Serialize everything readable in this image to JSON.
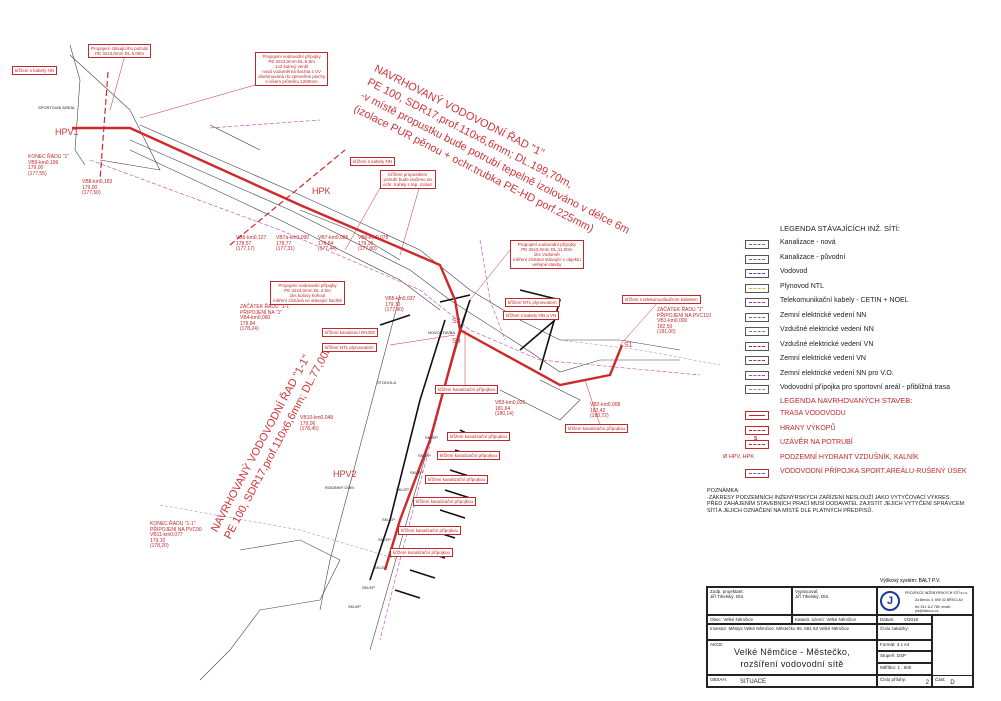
{
  "main_route": {
    "title": "NAVRHOVANÝ VODOVODNÍ ŘAD \"1\"",
    "line1": "PE 100, SDR17,prof.110x6,6mm; DL.199,70m,",
    "line2": "-v místě propustku bude potrubí tepelně izolováno v délce 6m",
    "line3": "(izolace PUR pěnou + ochr.trubka PE-HD porf.225mm)"
  },
  "branch_route": {
    "title": "NAVRHOVANÝ VODOVODNÍ ŘAD \"1-1\"",
    "line1": "PE 100, SDR17,prof.110x6,6mm; DL.77,00m"
  },
  "hydrants": {
    "hpv1": "HPV1",
    "hpk": "HPK",
    "hpv2": "HPV2",
    "s1": "S1",
    "s2": "S2",
    "s3": "S3"
  },
  "callouts": [
    "křížení s kabely NN",
    "Propojení stávajícího potrubí\nPE 32x3,0mm DL.5,00m",
    "Propojení vodovodní přípojky\nPE 32x3,0mm DL.5,5m\n1x2 kulový ventil\nnová vodoměrná šachta s VV\nobetonovaná do zpevněné plochy\ns víkem průměru 1200mm",
    "křížení s kabely NN",
    "Křížení propustkem\npotrubí bude uloženo do\nochr. trubky s tep. izolací",
    "Propojení vodovodní přípojky\nPE 32x3,0mm DL.11,00m\n1ks Vodoměr\nměření zůstává stávající v objektu\nveřejné stavby",
    "Propojení vodovodní přípojky\nPE 32x3,0mm DL.4,5m\n1ks kulový kohout\nměření zůstává ve stávající šachtě",
    "křížení NTL plynovodem",
    "křížení s kabely NN a VN",
    "křížení s telekomunikačním kabelem",
    "křížení kanalizací DN300",
    "křížení NTL plynovodem",
    "křížení kanalizační přípojkou",
    "křížení kanalizační přípojkou",
    "křížení kanalizační přípojkou",
    "křížení kanalizační přípojkou",
    "křížení kanalizační přípojkou",
    "křížení kanalizační přípojkou",
    "křížení kanalizační přípojkou",
    "křížení kanalizační přípojkou"
  ],
  "stations": [
    "KONEC ŘADU \"1\"\nVB9-km0,199\n179,00\n(177,55)",
    "VB8-km0,183\n179,00\n(177,50)",
    "VB6-km0,127\n178,57\n(177,17)",
    "VB7a-km0,090\n178,77\n(177,31)",
    "VB7-km0,086\n178,84\n(177,44)",
    "VB6-km0,078\n179,30\n(177,80)",
    "VB5-km0,037\n179,70\n(177,90)",
    "ZAČÁTEK ŘADU \"1-1\"\nPŘIPOJENÍ NA \"1\"\nVB4-km0,060\n179,84\n(178,24)",
    "VB3-km0,026\n181,64\n(180,14)",
    "VB2-km0,008\n182,42\n(180,72)",
    "ZAČÁTEK ŘADU \"1\"\nPŘIPOJENÍ NA PVC110\nVB1-km0,000\n182,50\n(181,00)",
    "VB10-km0,048\n179,06\n(178,45)",
    "KONEC ŘADU \"1-1\"\nPŘIPOJENÍ NA PVC90\nVB11-km0,077\n179,10\n(178,20)"
  ],
  "map_labels": [
    "SPORTOVNÍ AREÁL",
    "NOVOSTAVBA",
    "STODOLA",
    "RODINNÝ DŮM",
    "SKLEP",
    "SKLEP",
    "SKLEP",
    "SKLEP",
    "SKLEP",
    "SKLEP",
    "SKLEP",
    "SKLEP",
    "SKLEP"
  ],
  "legend": {
    "existing_title": "LEGENDA STÁVAJÍCÍCH INŽ. SÍTÍ:",
    "existing": [
      {
        "label": "Kanalizace - nová",
        "color": "#8a6a6a"
      },
      {
        "label": "Kanalizace - původní",
        "color": "#8a6a6a"
      },
      {
        "label": "Vodovod",
        "color": "#3050c0"
      },
      {
        "label": "Plynovod NTL",
        "color": "#c8c040"
      },
      {
        "label": "Telekomunikační kabely - CETIN + NOEL",
        "color": "#c03090"
      },
      {
        "label": "Zemní elektrické vedení NN",
        "color": "#9060b0"
      },
      {
        "label": "Vzdušné elektrické vedení NN",
        "color": "#808080"
      },
      {
        "label": "Vzdušné elektrické vedení VN",
        "color": "#c0282a"
      },
      {
        "label": "Zemní elektrické vedení VN",
        "color": "#a03070"
      },
      {
        "label": "Zemní elektrické vedení NN pro V.O.",
        "color": "#c040c0"
      },
      {
        "label": "Vodovodní přípojka pro sportovní areál - přibližná trasa",
        "color": "#9090b0"
      }
    ],
    "proposed_title": "LEGENDA NAVRHOVANÝCH STAVEB:",
    "proposed": [
      {
        "label": "TRASA VODOVODU",
        "symbol": ""
      },
      {
        "label": "HRANY VÝKOPŮ",
        "symbol": ""
      },
      {
        "label": "UZÁVĚR NA POTRUBÍ",
        "symbol": "S"
      },
      {
        "label": "PODZEMNÍ HYDRANT VZDUŠNÍK, KALNÍK",
        "symbol": "HPV, HPK"
      },
      {
        "label": "VODOVODNÍ PŘÍPOJKA SPORT.AREÁLU-RUŠENÝ ÚSEK",
        "symbol": ""
      }
    ]
  },
  "note": {
    "title": "POZNÁMKA:",
    "text": "-ZÁKRESY PODZEMNÍCH INŽENÝRSKÝCH ZAŘÍZENÍ NESLOUŽÍ JAKO VYTYČOVACÍ VÝKRES.\nPŘED ZAHÁJENÍM STAVEBNÍCH PRACÍ MUSÍ DODAVATEL ZAJISTIT JEJICH VYTYČENÍ SPRÁVCEM\nSÍTÍ A JEJICH OZNAČENÍ NA MÍSTĚ DLE PLATNÝCH PŘEDPISŮ."
  },
  "title_block": {
    "height_system": "Výškový systém: BALT P.V.",
    "chief_label": "Zodp. projektant:",
    "chief": "Jiří Tihelský, DiS.",
    "drawn_label": "Vypracoval:",
    "drawn": "Jiří Tihelský, DiS.",
    "company": "PROJEKCE INŽENÝRSKÝCH SÍTÍ s.r.o.",
    "company_addr": "Za Benou 4, 690 02 BŘECLAV",
    "company_contact": "tel: 511 112 765, email: pis@tiskovo.cz",
    "municipality": "Obec: Velké Němčice",
    "cadastre": "Katastr. území: Velké Němčice",
    "date_label": "Datum:",
    "date": "V/2018",
    "investor": "Investor: Městys Velké Němčice, Městečko 85, 691 63 Velké Němčice",
    "order_label": "Číslo zakázky:",
    "action_label": "AKCE:",
    "action1": "Velké Němčice - Městečko,",
    "action2": "rozšíření vodovodní sítě",
    "format_label": "Formát:",
    "format": "3 x A4",
    "stage_label": "Stupeň:",
    "stage": "DSP",
    "scale_label": "Měřítko:",
    "scale": "1 : 500",
    "content_label": "OBSAH:",
    "content": "SITUACE",
    "annex_label": "Číslo přílohy:",
    "annex": "2",
    "part_label": "Část:",
    "part": "D"
  }
}
